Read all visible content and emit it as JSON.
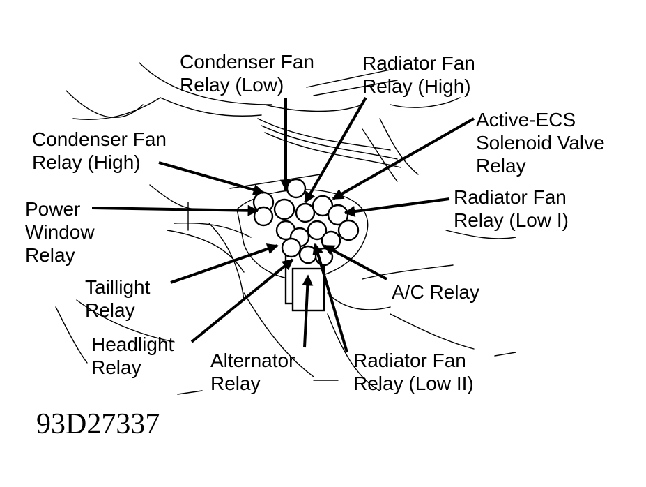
{
  "figure_id": "93D27337",
  "labels": {
    "condenser_fan_low": [
      "Condenser Fan",
      "Relay (Low)"
    ],
    "radiator_fan_high": [
      "Radiator Fan",
      "Relay (High)"
    ],
    "active_ecs": [
      "Active-ECS",
      "Solenoid Valve",
      "Relay"
    ],
    "condenser_fan_high": [
      "Condenser Fan",
      "Relay (High)"
    ],
    "radiator_fan_low1": [
      "Radiator Fan",
      "Relay (Low I)"
    ],
    "power_window": [
      "Power",
      "Window",
      "Relay"
    ],
    "ac_relay": [
      "A/C Relay"
    ],
    "taillight": [
      "Taillight",
      "Relay"
    ],
    "headlight": [
      "Headlight",
      "Relay"
    ],
    "alternator": [
      "Alternator",
      "Relay"
    ],
    "radiator_fan_low2": [
      "Radiator Fan",
      "Relay (Low II)"
    ]
  }
}
